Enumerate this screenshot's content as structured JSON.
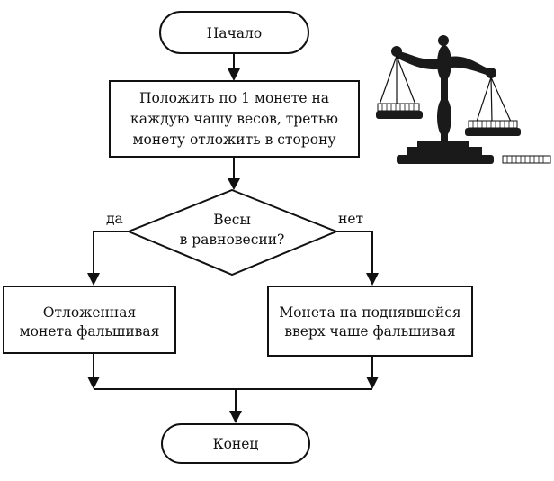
{
  "flowchart": {
    "start": {
      "label": "Начало"
    },
    "process": {
      "lines": [
        "Положить по 1 монете на",
        "каждую чашу весов, третью",
        "монету отложить в сторону"
      ]
    },
    "decision": {
      "lines": [
        "Весы",
        "в равновесии?"
      ],
      "yes_label": "да",
      "no_label": "нет"
    },
    "yes_result": {
      "lines": [
        "Отложенная",
        "монета фальшивая"
      ]
    },
    "no_result": {
      "lines": [
        "Монета на поднявшейся",
        "вверх чаше фальшивая"
      ]
    },
    "end": {
      "label": "Конец"
    }
  },
  "illustration": {
    "icon": "balance-scale-icon",
    "extra_coin": "coin-icon"
  }
}
